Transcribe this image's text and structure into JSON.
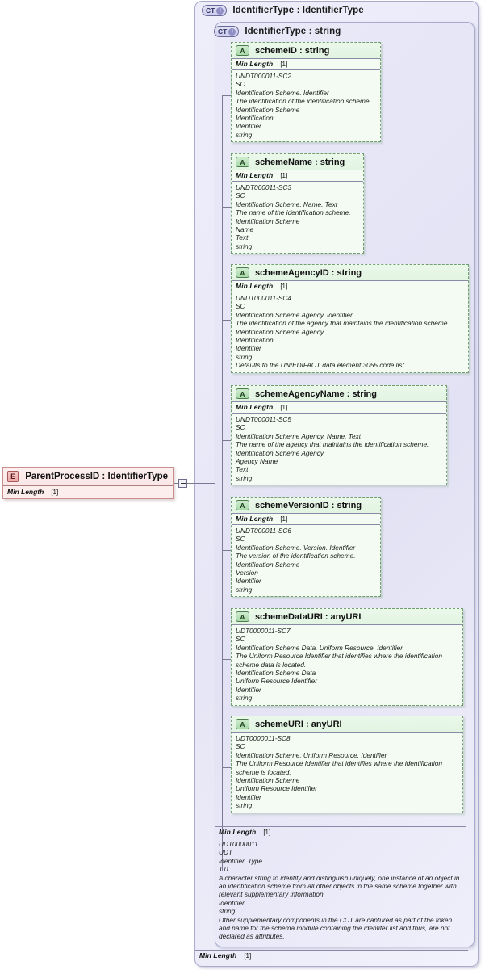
{
  "diagram": {
    "kind": "xsd-schema-documentation",
    "colors": {
      "container_fill": "#e9e9f8",
      "container_border": "#aaaacc",
      "attribute_fill": "#f3fbf3",
      "attribute_border": "#6f9f6f",
      "element_fill": "#fdeeee",
      "element_border": "#c98e8e",
      "connector": "#7a7a92"
    }
  },
  "element": {
    "icon": "element-icon",
    "icon_label": "E",
    "title": "ParentProcessID : IdentifierType",
    "facet": {
      "name": "Min Length",
      "value": "[1]"
    }
  },
  "connector": {
    "expander_state": "collapse",
    "expander_glyph": "−"
  },
  "complex_type_outer": {
    "icon": "complextype-icon",
    "icon_label": "CT",
    "icon_badge": "+",
    "title": "IdentifierType : IdentifierType",
    "footer_facet": {
      "name": "Min Length",
      "value": "[1]"
    }
  },
  "complex_type_inner": {
    "icon": "complextype-icon",
    "icon_label": "CT",
    "icon_badge": "+",
    "title": "IdentifierType : string",
    "footer_facet": {
      "name": "Min Length",
      "value": "[1]"
    },
    "documentation": [
      "UDT0000011",
      "UDT",
      "Identifier. Type",
      "1.0",
      "A character string to identify and distinguish uniquely, one instance of an object in an identification scheme from all other objects in the same scheme together with relevant supplementary information.",
      "Identifier",
      "string",
      "Other supplementary components in the CCT are captured as part of the token and name for the schema module containing the identifer list and thus, are not declared as attributes."
    ]
  },
  "attributes": [
    {
      "icon": "attribute-icon",
      "icon_label": "A",
      "title": "schemeID : string",
      "facet": {
        "name": "Min Length",
        "value": "[1]"
      },
      "documentation": [
        "UNDT000011-SC2",
        "SC",
        "Identification Scheme. Identifier",
        "The identification of the identification scheme.",
        "Identification Scheme",
        "Identification",
        "Identifier",
        "string"
      ]
    },
    {
      "icon": "attribute-icon",
      "icon_label": "A",
      "title": "schemeName : string",
      "facet": {
        "name": "Min Length",
        "value": "[1]"
      },
      "documentation": [
        "UNDT000011-SC3",
        "SC",
        "Identification Scheme. Name. Text",
        "The name of the identification scheme.",
        "Identification Scheme",
        "Name",
        "Text",
        "string"
      ]
    },
    {
      "icon": "attribute-icon",
      "icon_label": "A",
      "title": "schemeAgencyID : string",
      "facet": {
        "name": "Min Length",
        "value": "[1]"
      },
      "documentation": [
        "UNDT000011-SC4",
        "SC",
        "Identification Scheme Agency. Identifier",
        "The identification of the agency that maintains the identification scheme.",
        "Identification Scheme Agency",
        "Identification",
        "Identifier",
        "string",
        "Defaults to the UN/EDIFACT data element 3055 code list."
      ]
    },
    {
      "icon": "attribute-icon",
      "icon_label": "A",
      "title": "schemeAgencyName : string",
      "facet": {
        "name": "Min Length",
        "value": "[1]"
      },
      "documentation": [
        "UNDT000011-SC5",
        "SC",
        "Identification Scheme Agency. Name. Text",
        "The name of the agency that maintains the identification scheme.",
        "Identification Scheme Agency",
        "Agency Name",
        "Text",
        "string"
      ]
    },
    {
      "icon": "attribute-icon",
      "icon_label": "A",
      "title": "schemeVersionID : string",
      "facet": {
        "name": "Min Length",
        "value": "[1]"
      },
      "documentation": [
        "UNDT000011-SC6",
        "SC",
        "Identification Scheme. Version. Identifier",
        "The version of the identification scheme.",
        "Identification Scheme",
        "Version",
        "Identifier",
        "string"
      ]
    },
    {
      "icon": "attribute-icon",
      "icon_label": "A",
      "title": "schemeDataURI : anyURI",
      "facet": null,
      "documentation": [
        "UDT0000011-SC7",
        "SC",
        "Identification Scheme Data. Uniform Resource. Identifier",
        "The Uniform Resource Identifier that identifies where the identification scheme data is located.",
        "Identification Scheme Data",
        "Uniform Resource Identifier",
        "Identifier",
        "string"
      ]
    },
    {
      "icon": "attribute-icon",
      "icon_label": "A",
      "title": "schemeURI : anyURI",
      "facet": null,
      "documentation": [
        "UDT0000011-SC8",
        "SC",
        "Identification Scheme. Uniform Resource. Identifier",
        "The Uniform Resource Identifier that identifies where the identification scheme is located.",
        "Identification Scheme",
        "Uniform Resource Identifier",
        "Identifier",
        "string"
      ]
    }
  ]
}
